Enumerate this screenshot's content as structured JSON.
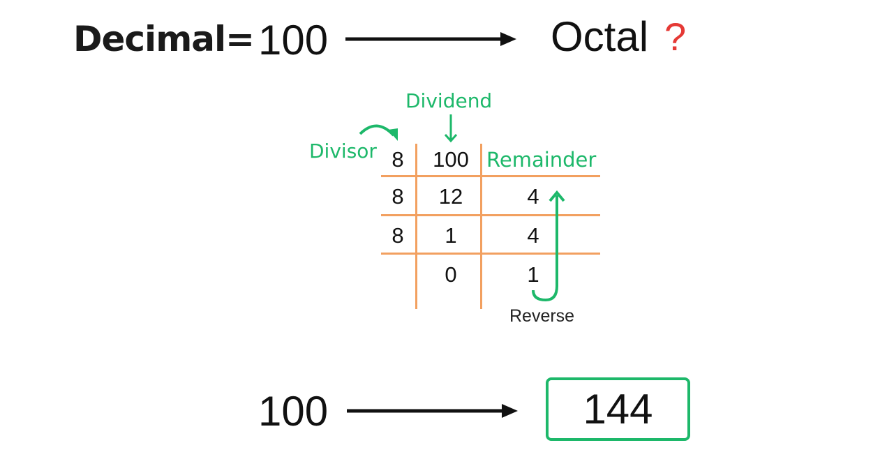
{
  "header": {
    "label": "Decimal=",
    "value": "100",
    "target": "Octal",
    "question_mark": "?"
  },
  "diagram": {
    "dividend_label": "Dividend",
    "divisor_label": "Divisor",
    "remainder_label": "Remainder",
    "reverse_label": "Reverse",
    "rows": [
      {
        "divisor": "8",
        "quotient": "100",
        "remainder": ""
      },
      {
        "divisor": "8",
        "quotient": "12",
        "remainder": "4"
      },
      {
        "divisor": "8",
        "quotient": "1",
        "remainder": "4"
      },
      {
        "divisor": "",
        "quotient": "0",
        "remainder": "1"
      }
    ]
  },
  "result": {
    "input": "100",
    "output": "144"
  },
  "colors": {
    "accent_green": "#1db86a",
    "grid_orange": "#f2a060",
    "question_red": "#e53935"
  }
}
